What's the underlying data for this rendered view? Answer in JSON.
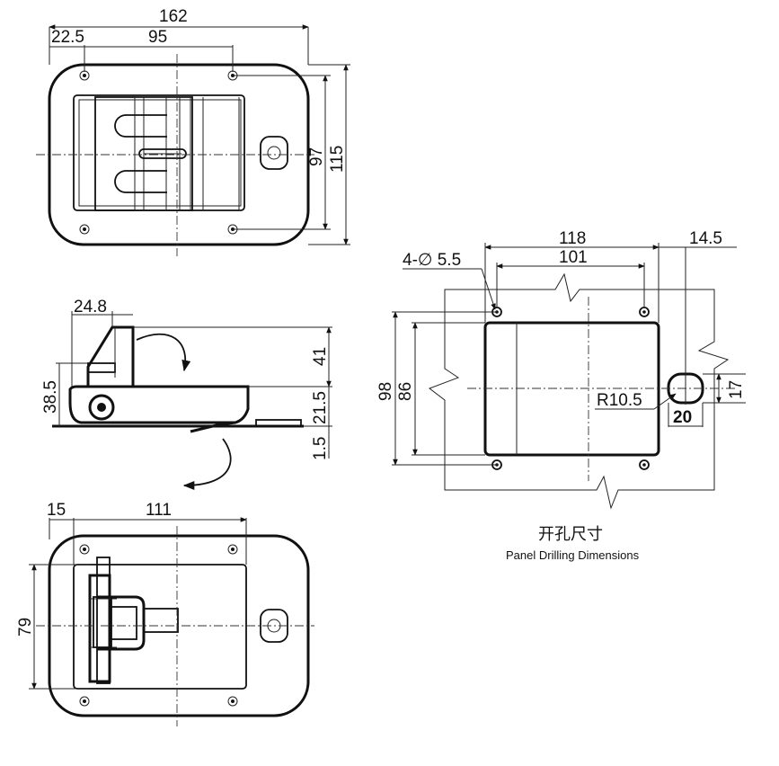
{
  "top_view": {
    "overall_width": "162",
    "hole_offset": "22.5",
    "hole_spacing": "95",
    "hole_spacing_vertical": "97",
    "overall_height": "115"
  },
  "side_view": {
    "handle_width": "24.8",
    "height_total": "41",
    "height_left": "38.5",
    "body_height": "21.5",
    "panel_thickness": "1.5"
  },
  "bottom_view": {
    "offset": "15",
    "span": "111",
    "height": "79"
  },
  "cutout": {
    "width_total": "118",
    "hole_spacing": "101",
    "slot_offset": "14.5",
    "holes_label": "4-∅ 5.5",
    "height_outer": "98",
    "height_inner": "86",
    "radius": "R10.5",
    "slot_height": "17",
    "slot_width": "20"
  },
  "captions": {
    "title_cn": "开孔尺寸",
    "title_en": "Panel Drilling Dimensions"
  }
}
